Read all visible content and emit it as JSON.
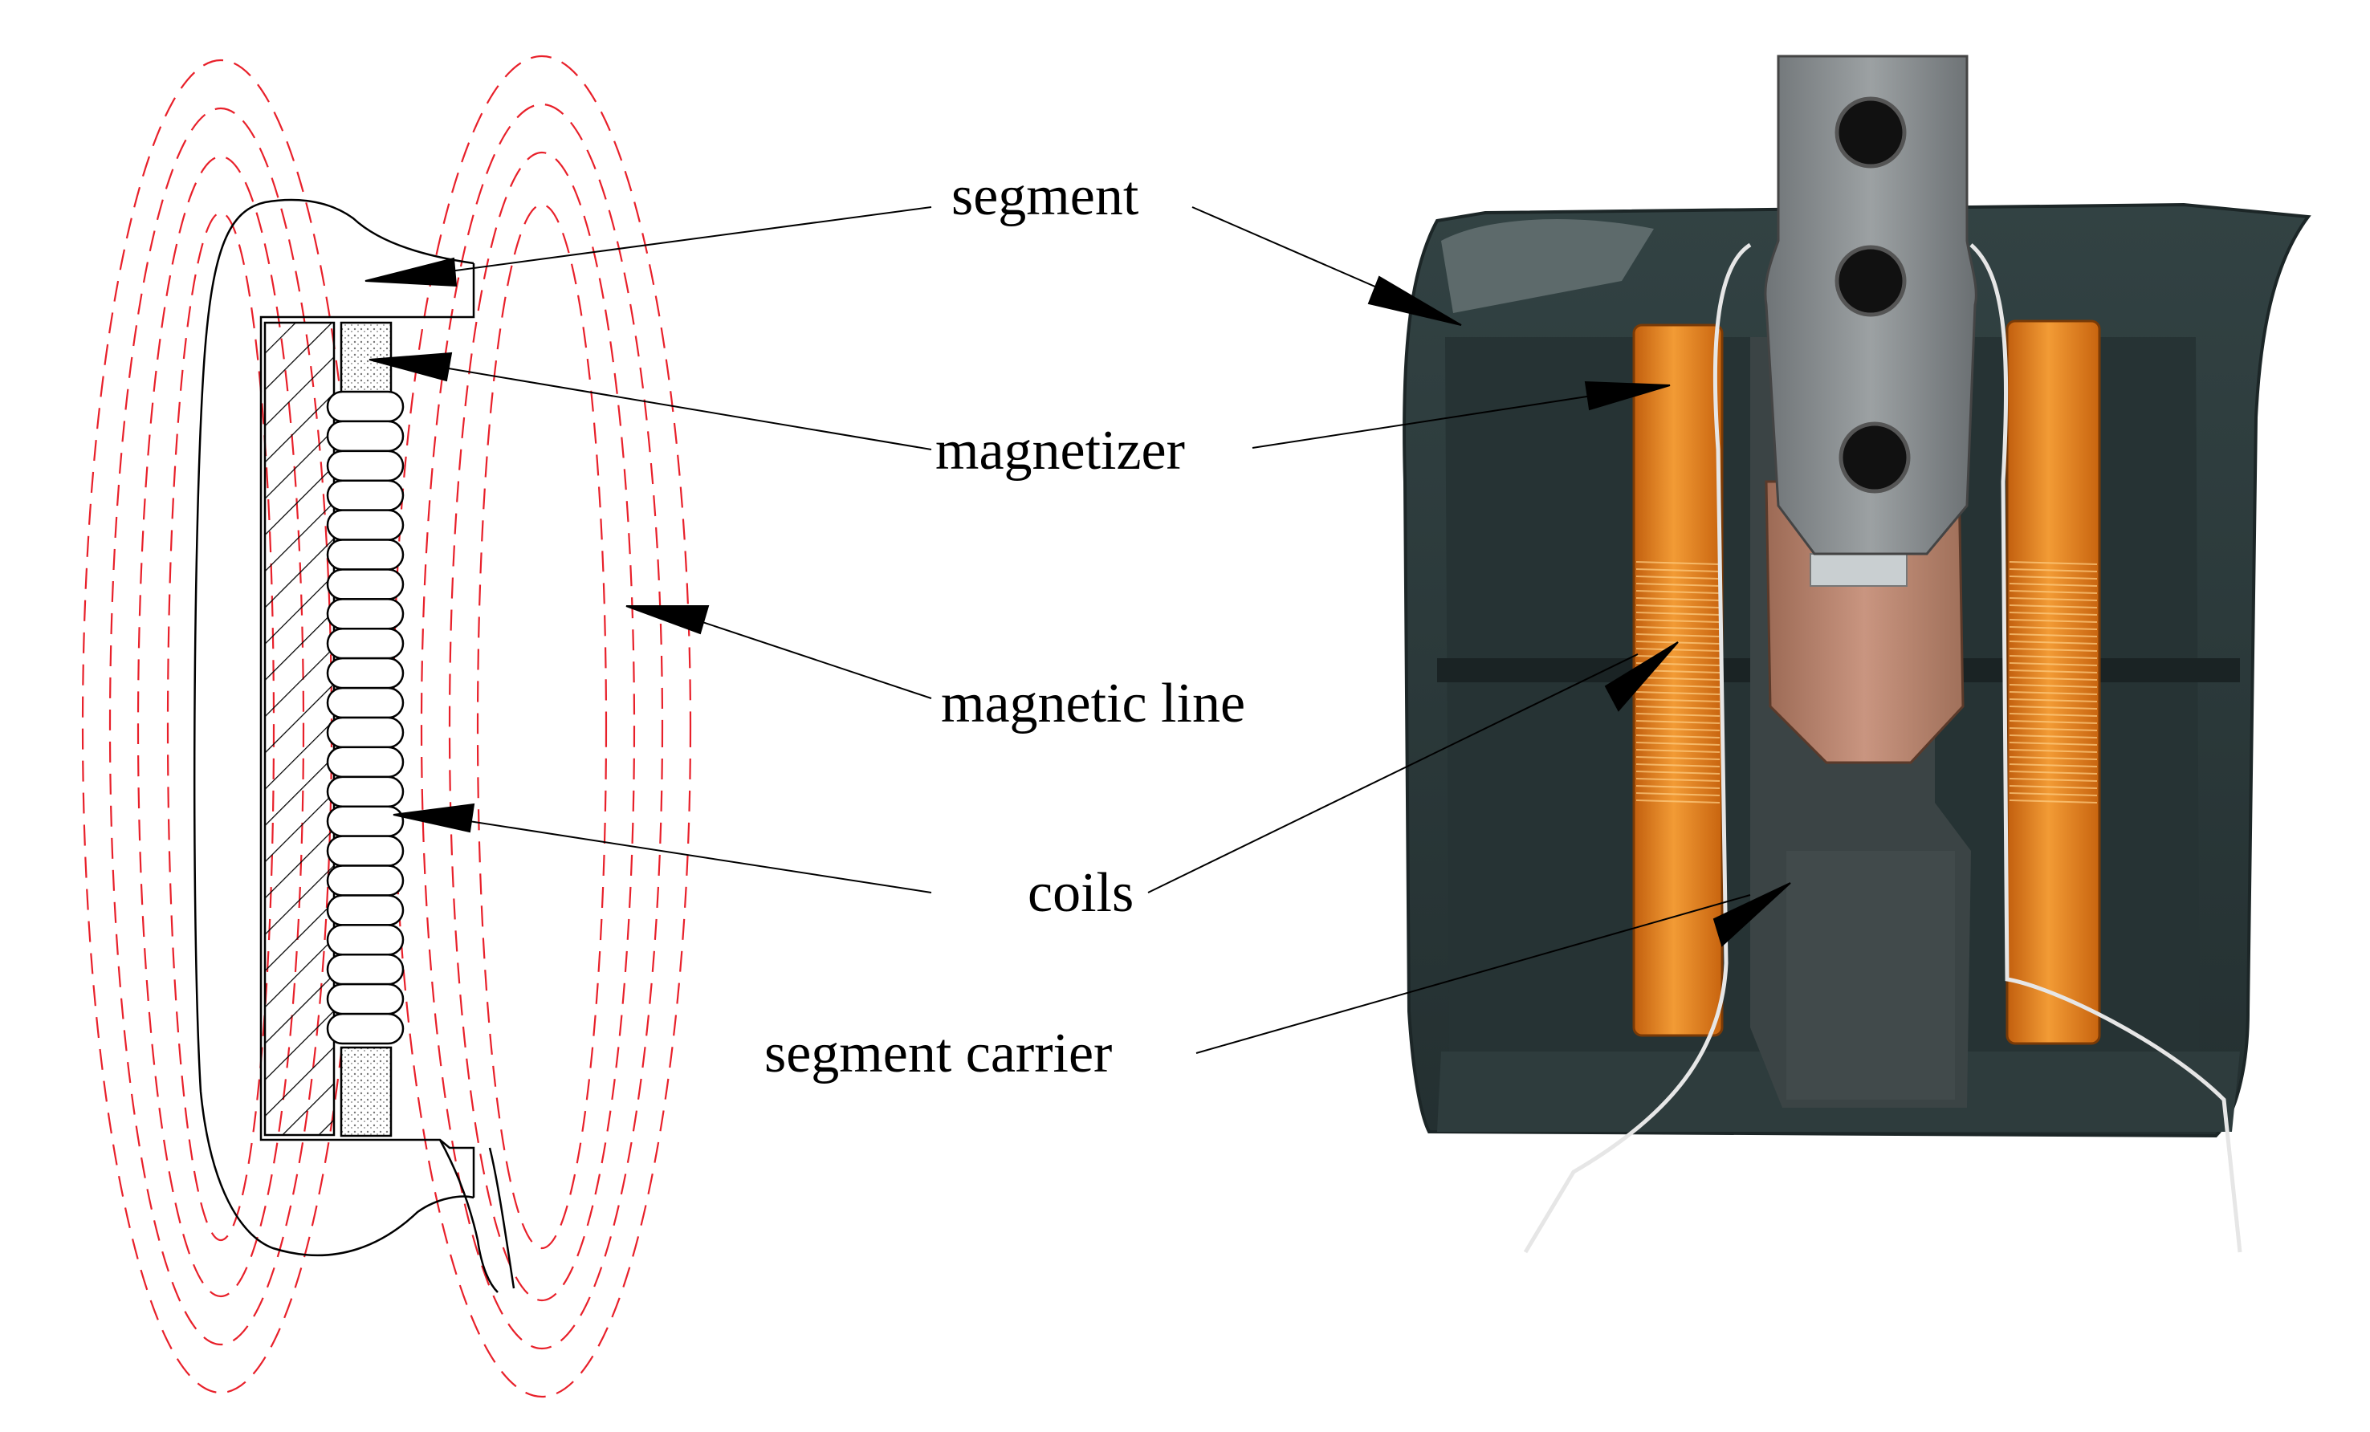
{
  "labels": {
    "segment": "segment",
    "magnetizer": "magnetizer",
    "magnetic_line": "magnetic line",
    "coils": "coils",
    "segment_carrier": "segment carrier"
  },
  "colors": {
    "field_lines": "#e8202a",
    "drawing_ink": "#000000",
    "housing": "#2b3a3b",
    "housing_dark": "#1c2627",
    "coil_copper": "#e07a1a",
    "coil_highlight": "#f4a542",
    "steel_segment": "#8a8e90",
    "copper_plate": "#b98268",
    "carrier_block": "#3e4647",
    "bolt_dark": "#111111",
    "magnetizer_fill": "#c8c8c8",
    "wire": "#e6e6e6"
  },
  "icons": {
    "cross_section": "cross-section-drawing",
    "photo": "device-photo"
  }
}
